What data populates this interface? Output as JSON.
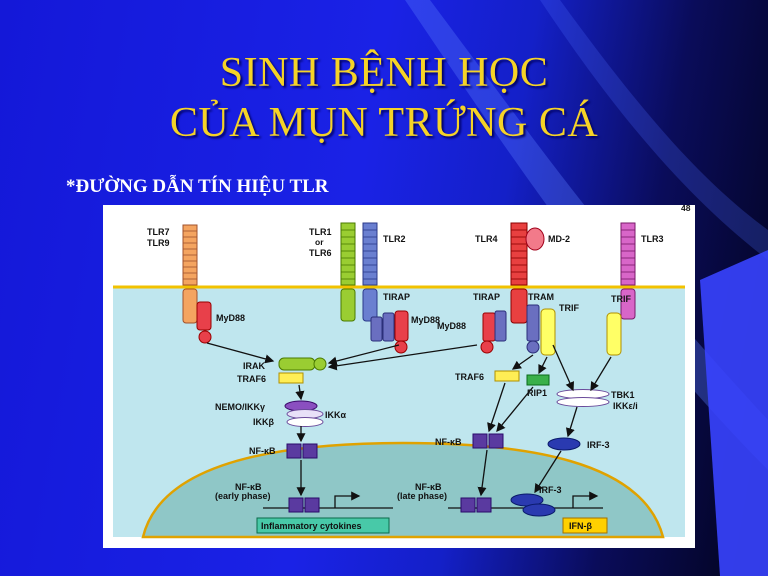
{
  "title": {
    "line1": "SINH BỆNH HỌC",
    "line2": "CỦA MỤN TRỨNG CÁ"
  },
  "subtitle": "*ĐƯỜNG DẪN TÍN HIỆU TLR",
  "colors": {
    "title": "#f5d327",
    "background": "#1a22e6",
    "cytoplasm": "#bfe6ee",
    "nucleus": "#8fc7c7",
    "membrane": "#f2c200"
  },
  "figure": {
    "corner_mark": "48",
    "receptors": {
      "tlr79": "TLR7\nTLR9",
      "tlr16": "TLR1\nor\nTLR6",
      "tlr2": "TLR2",
      "tlr4": "TLR4",
      "md2": "MD-2",
      "tlr3": "TLR3"
    },
    "adaptors": {
      "myd88_left": "MyD88",
      "tirap_mid": "TIRAP",
      "myd88_mid": "MyD88",
      "tirap_right": "TIRAP",
      "tram": "TRAM",
      "trif_a": "TRIF",
      "myd88_right": "MyD88",
      "trif_b": "TRIF"
    },
    "kinases": {
      "irak": "IRAK",
      "traf6_left": "TRAF6",
      "nemo": "NEMO/IKKγ",
      "ikka": "IKKα",
      "ikkb": "IKKβ",
      "traf6_right": "TRAF6",
      "rip1": "RIP1",
      "tbk1": "TBK1",
      "ikke": "IKKε/i"
    },
    "factors": {
      "nfkb_left": "NF-κB",
      "nfkb_mid": "NF-κB",
      "irf3": "IRF-3"
    },
    "nucleus": {
      "nfkb_early": "NF-κB\n(early phase)",
      "nfkb_late": "NF-κB\n(late phase)",
      "irf3": "IRF-3",
      "inflammatory": "Inflammatory cytokines",
      "ifnb": "IFN-β"
    }
  }
}
